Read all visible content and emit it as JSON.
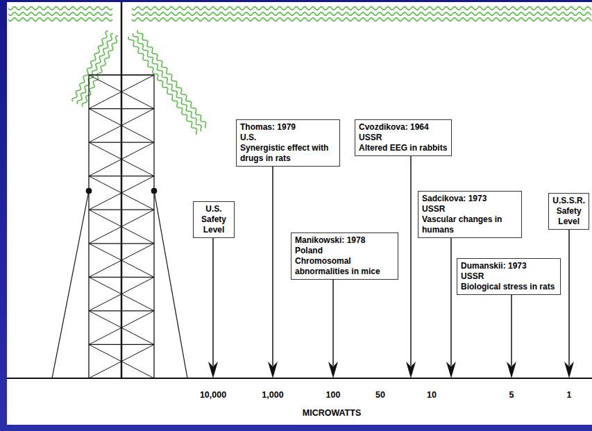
{
  "diagram": {
    "nodes": [
      {
        "text": [
          "Thomas: 1979",
          "U.S.",
          "Synergistic effect with drugs in rats"
        ]
      },
      {
        "text": [
          "Cvozdikova: 1964",
          "USSR",
          "Altered EEG in rabbits"
        ]
      },
      {
        "text": [
          "Sadcikova: 1973",
          "USSR",
          "Vascular changes in humans"
        ]
      },
      {
        "text": [
          "U.S.S.R. Safety Level"
        ]
      },
      {
        "text": [
          "U.S. Safety Level"
        ]
      },
      {
        "text": [
          "Manikowski: 1978",
          "Poland",
          "Chromosomal abnormalities in mice"
        ]
      },
      {
        "text": [
          "Dumanskii: 1973",
          "USSR",
          "Biological stress in rats"
        ]
      }
    ],
    "labels": [
      "10,000",
      "1,000",
      "100",
      "50",
      "10",
      "5",
      "1",
      "MICROWATTS"
    ]
  }
}
